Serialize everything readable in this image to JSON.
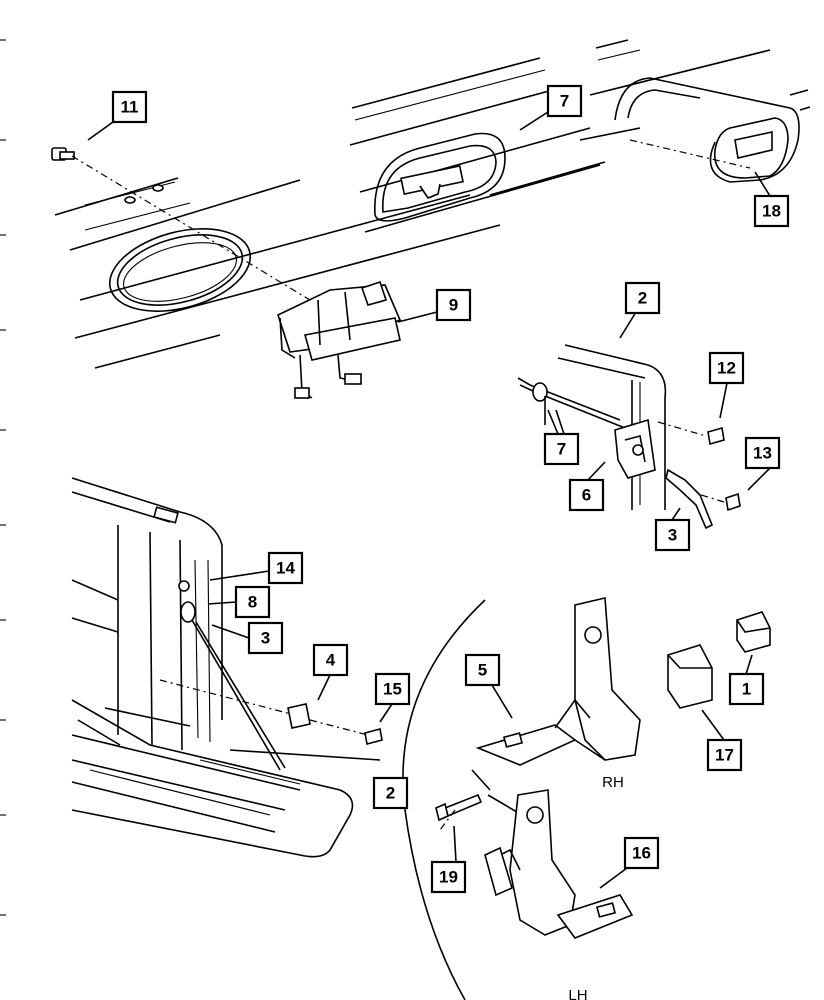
{
  "callouts": [
    {
      "id": "c11",
      "label": "11"
    },
    {
      "id": "c7a",
      "label": "7"
    },
    {
      "id": "c18",
      "label": "18"
    },
    {
      "id": "c9",
      "label": "9"
    },
    {
      "id": "c2a",
      "label": "2"
    },
    {
      "id": "c12",
      "label": "12"
    },
    {
      "id": "c7b",
      "label": "7"
    },
    {
      "id": "c13",
      "label": "13"
    },
    {
      "id": "c6",
      "label": "6"
    },
    {
      "id": "c3a",
      "label": "3"
    },
    {
      "id": "c14",
      "label": "14"
    },
    {
      "id": "c8",
      "label": "8"
    },
    {
      "id": "c3b",
      "label": "3"
    },
    {
      "id": "c4",
      "label": "4"
    },
    {
      "id": "c15",
      "label": "15"
    },
    {
      "id": "c5",
      "label": "5"
    },
    {
      "id": "c1",
      "label": "1"
    },
    {
      "id": "c17",
      "label": "17"
    },
    {
      "id": "c2b",
      "label": "2"
    },
    {
      "id": "c19",
      "label": "19"
    },
    {
      "id": "c16",
      "label": "16"
    }
  ],
  "side_labels": {
    "rh": "RH",
    "lh": "LH"
  }
}
